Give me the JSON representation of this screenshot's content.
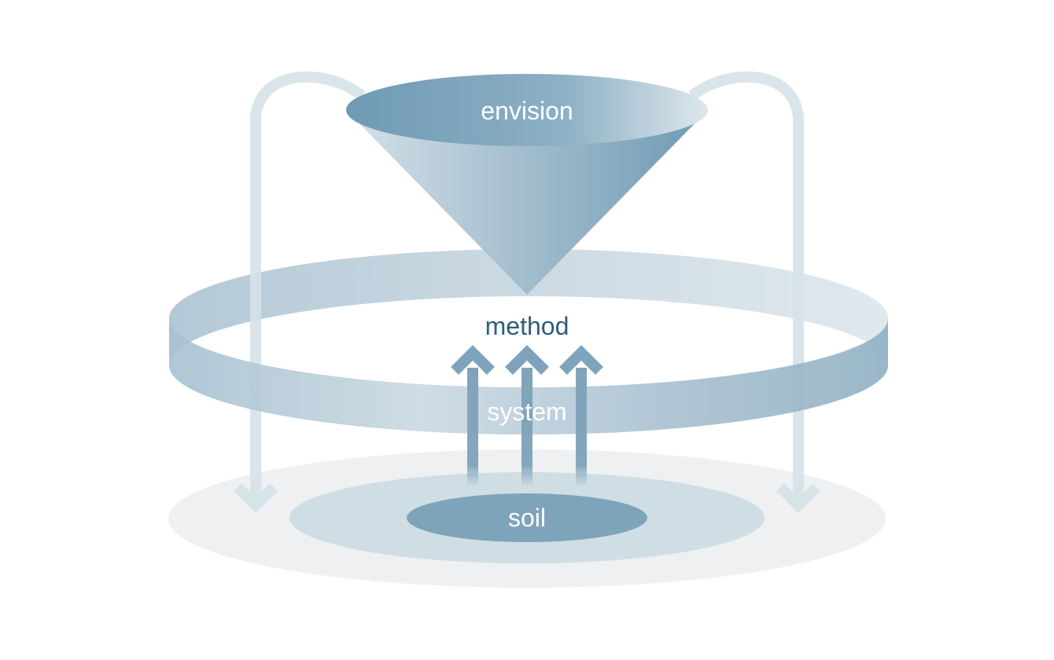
{
  "diagram": {
    "labels": {
      "envision": "envision",
      "method": "method",
      "system": "system",
      "soil": "soil"
    },
    "colors": {
      "background": "#ffffff",
      "ground_outer": "#eef0f1",
      "ground_middle": "#cfdde5",
      "soil": "#7ea4b9",
      "cone": "#7ea6bd",
      "ring": "#a9c2d2",
      "loop_arrows": "#d6e2e9",
      "up_arrows": "#7fa3ba",
      "label_dark": "#2f5d78",
      "label_light": "#ffffff"
    },
    "icons": {
      "up_arrow": "up-arrow-icon",
      "loop_arrow": "loop-arrow-icon"
    }
  }
}
